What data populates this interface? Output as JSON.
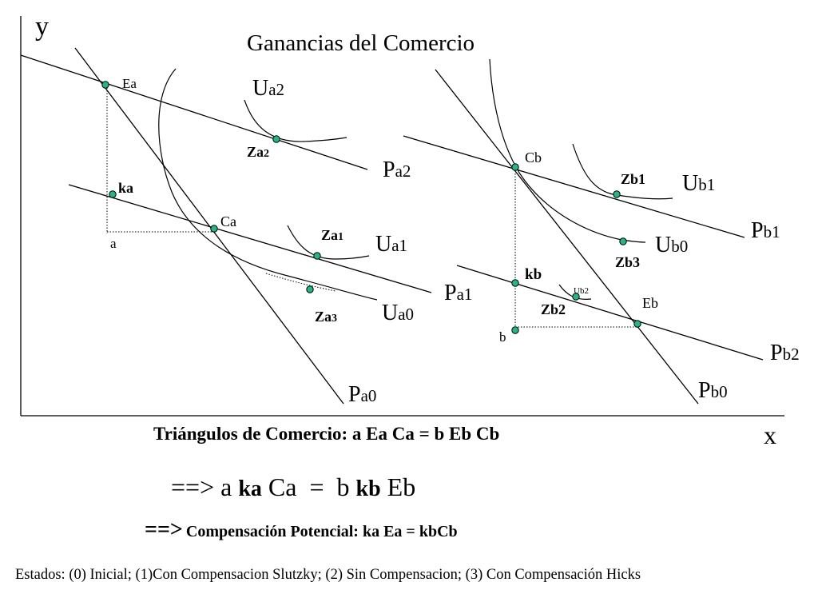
{
  "title": "Ganancias del Comercio",
  "axes": {
    "y": "y",
    "x": "x"
  },
  "lines": {
    "pa2": {
      "p": "P",
      "s": "a2"
    },
    "pa1": {
      "p": "P",
      "s": "a1"
    },
    "pa0": {
      "p": "P",
      "s": "a0"
    },
    "pb1": {
      "p": "P",
      "s": "b1"
    },
    "pb2": {
      "p": "P",
      "s": "b2"
    },
    "pb0": {
      "p": "P",
      "s": "b0"
    }
  },
  "curves": {
    "ua2": {
      "u": "U",
      "s": "a2"
    },
    "ua1": {
      "u": "U",
      "s": "a1"
    },
    "ua0": {
      "u": "U",
      "s": "a0"
    },
    "ub1": {
      "u": "U",
      "s": "b1"
    },
    "ub0": {
      "u": "U",
      "s": "b0"
    },
    "ub2": "Ub2"
  },
  "points": {
    "ea": "Ea",
    "ka": "ka",
    "ca": "Ca",
    "a": "a",
    "za2": {
      "z": "Za",
      "s": "2"
    },
    "za1": {
      "z": "Za",
      "s": "1"
    },
    "za3": {
      "z": "Za",
      "s": "3"
    },
    "cb": "Cb",
    "zb1": "Zb1",
    "zb3": "Zb3",
    "kb": "kb",
    "zb2": "Zb2",
    "eb": "Eb",
    "b": "b"
  },
  "captions": {
    "triangles": "Triángulos de Comercio:   a Ea Ca = b Eb Cb",
    "eq1": {
      "arrow": "==>",
      "a": "a",
      "ka": "ka",
      "ca": "Ca",
      "eq": "=",
      "b": "b",
      "kb": "kb",
      "eb": "Eb"
    },
    "eq2": {
      "arrow": "==>",
      "text": "Compensación Potencial:  ka Ea = kbCb"
    },
    "states": "Estados: (0) Inicial; (1)Con Compensacion Slutzky; (2) Sin Compensacion; (3) Con Compensación Hicks"
  },
  "colors": {
    "point_fill": "#1fb889",
    "line": "#000000"
  }
}
